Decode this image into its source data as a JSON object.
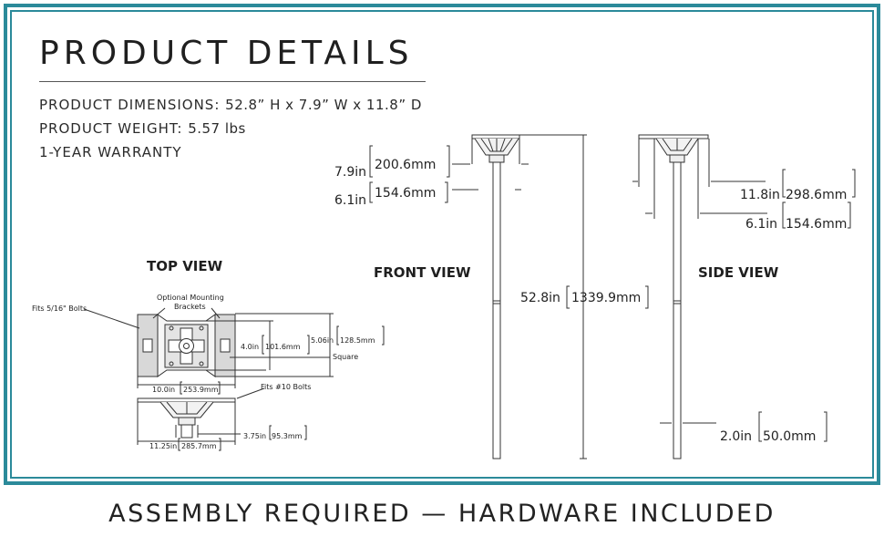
{
  "header": {
    "title": "PRODUCT DETAILS"
  },
  "specs": {
    "dimensions_label": "PRODUCT DIMENSIONS:",
    "dimensions_value": "52.8” H x 7.9” W x 11.8” D",
    "weight_label": "PRODUCT WEIGHT:",
    "weight_value": "5.57 lbs",
    "warranty": "1-YEAR WARRANTY"
  },
  "views": {
    "top": "TOP VIEW",
    "front": "FRONT VIEW",
    "side": "SIDE VIEW"
  },
  "front_dims": {
    "width_in": "7.9in",
    "width_mm": "200.6mm",
    "neck_in": "6.1in",
    "neck_mm": "154.6mm",
    "height_in": "52.8in",
    "height_mm": "1339.9mm"
  },
  "side_dims": {
    "depth_in": "11.8in",
    "depth_mm": "298.6mm",
    "neck_in": "6.1in",
    "neck_mm": "154.6mm",
    "pole_in": "2.0in",
    "pole_mm": "50.0mm"
  },
  "top_dims": {
    "bolts_label": "Fits 5/16\" Bolts",
    "brackets_label_1": "Optional Mounting",
    "brackets_label_2": "Brackets",
    "inner_in": "4.0in",
    "inner_mm": "101.6mm",
    "outer_in": "5.06in",
    "outer_mm": "128.5mm",
    "square_label": "Square",
    "width_in": "10.0in",
    "width_mm": "253.9mm",
    "small_bolts_label": "Fits #10 Bolts",
    "base_in": "11.25in",
    "base_mm": "285.7mm",
    "collar_in": "3.75in",
    "collar_mm": "95.3mm"
  },
  "footer": {
    "text": "ASSEMBLY REQUIRED — HARDWARE INCLUDED"
  },
  "colors": {
    "frame": "#2b8a9a",
    "ink": "#222222"
  }
}
